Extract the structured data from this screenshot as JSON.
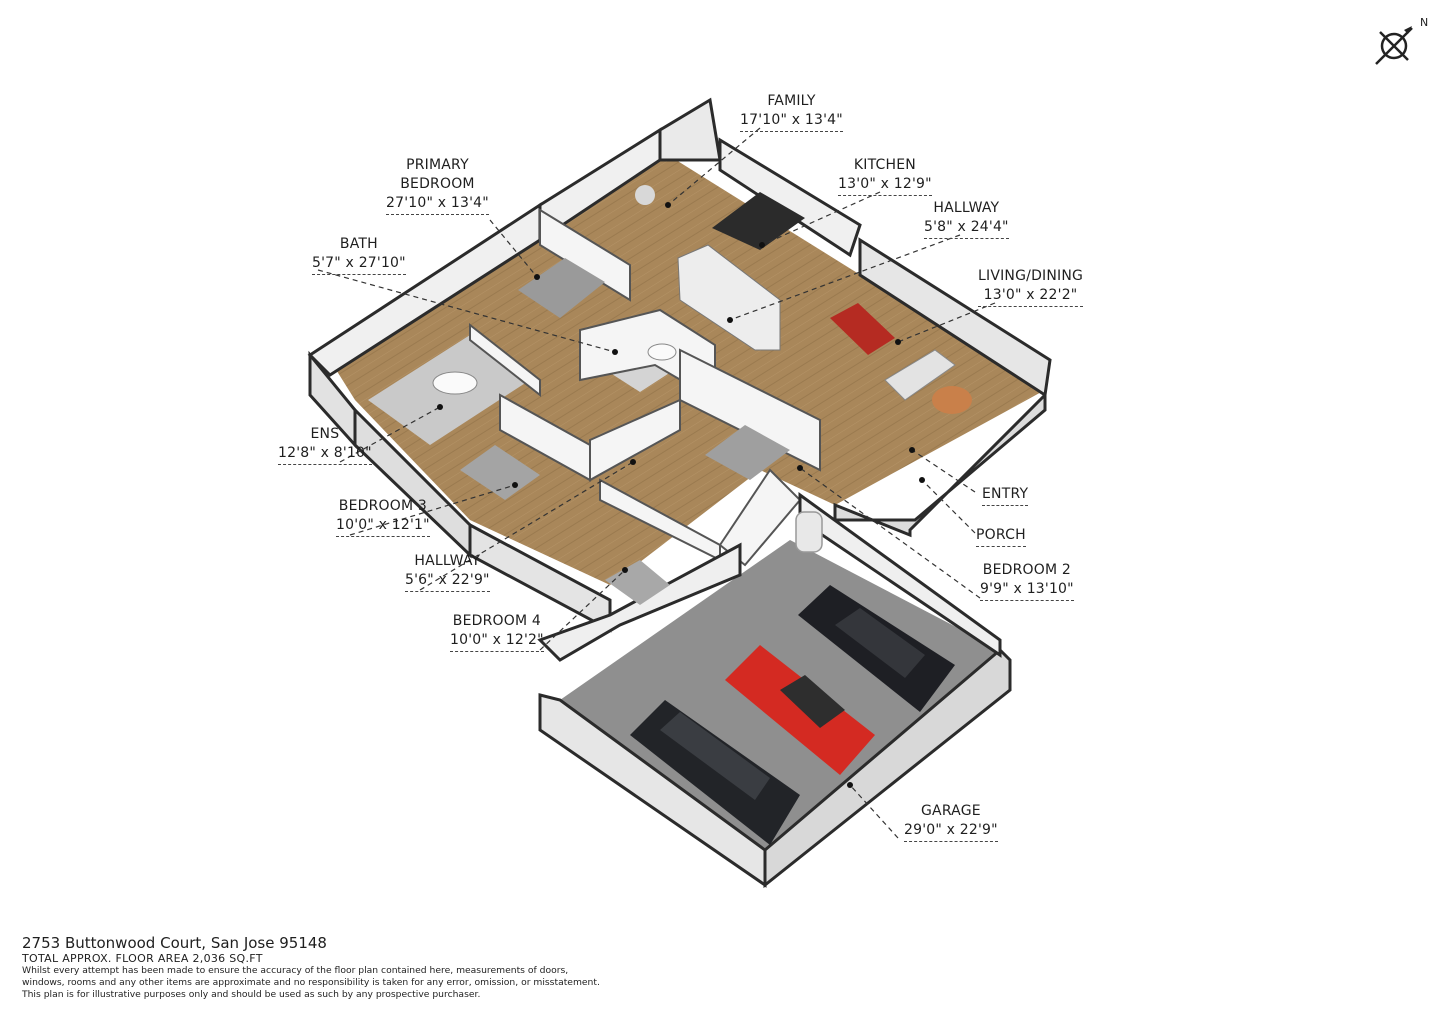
{
  "compass": {
    "north_label": "N",
    "icon": "compass-icon"
  },
  "rooms": [
    {
      "id": "family",
      "name": "FAMILY",
      "dims": "17'10\" x 13'4\""
    },
    {
      "id": "kitchen",
      "name": "KITCHEN",
      "dims": "13'0\" x 12'9\""
    },
    {
      "id": "primary-bedroom",
      "name": "PRIMARY",
      "name2": "BEDROOM",
      "dims": "27'10\" x 13'4\""
    },
    {
      "id": "hallway-1",
      "name": "HALLWAY",
      "dims": "5'8\" x 24'4\""
    },
    {
      "id": "bath",
      "name": "BATH",
      "dims": "5'7\" x 27'10\""
    },
    {
      "id": "living-dining",
      "name": "LIVING/DINING",
      "dims": "13'0\" x 22'2\""
    },
    {
      "id": "ens",
      "name": "ENS",
      "dims": "12'8\" x 8'10\""
    },
    {
      "id": "entry",
      "name": "ENTRY"
    },
    {
      "id": "bedroom-3",
      "name": "BEDROOM 3",
      "dims": "10'0\" x 12'1\""
    },
    {
      "id": "porch",
      "name": "PORCH"
    },
    {
      "id": "hallway-2",
      "name": "HALLWAY",
      "dims": "5'6\" x 22'9\""
    },
    {
      "id": "bedroom-2",
      "name": "BEDROOM 2",
      "dims": "9'9\" x 13'10\""
    },
    {
      "id": "bedroom-4",
      "name": "BEDROOM 4",
      "dims": "10'0\" x 12'2\""
    },
    {
      "id": "garage",
      "name": "GARAGE",
      "dims": "29'0\" x 22'9\""
    }
  ],
  "footer": {
    "address": "2753 Buttonwood Court, San Jose 95148",
    "area": "TOTAL APPROX. FLOOR AREA  2,036 SQ.FT",
    "disclaimer": [
      "Whilst every attempt has been made to ensure the accuracy of the floor plan contained here, measurements of doors,",
      "windows, rooms and any other items are approximate and no responsibility is taken for any error, omission, or misstatement.",
      "This plan is for illustrative purposes only and should be used as such by any prospective purchaser."
    ]
  },
  "colors": {
    "floor_wood": "#a9875a",
    "garage_floor": "#8f8f8f",
    "wall": "#f2f2f2",
    "wall_top": "#2b2b2b",
    "car_red": "#d42a22",
    "car_dark": "#222428"
  }
}
